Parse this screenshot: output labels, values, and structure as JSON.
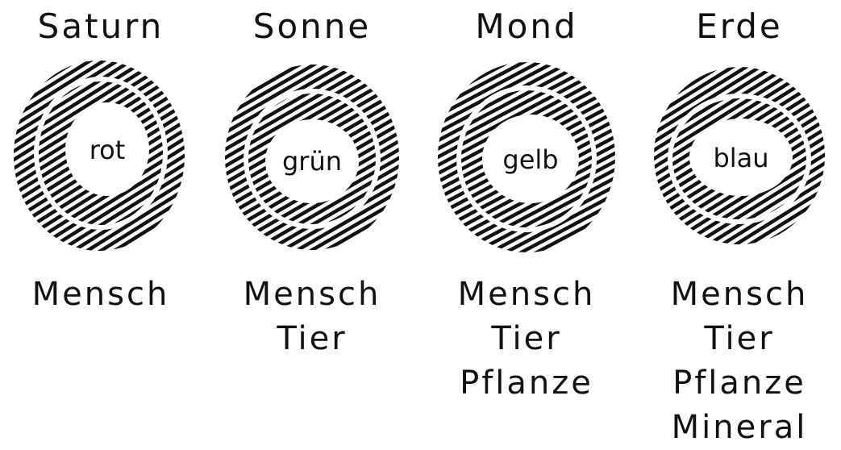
{
  "columns": [
    {
      "title": "Saturn",
      "color": "rot",
      "kingdoms": [
        "Mensch"
      ]
    },
    {
      "title": "Sonne",
      "color": "grün",
      "kingdoms": [
        "Mensch",
        "Tier"
      ]
    },
    {
      "title": "Mond",
      "color": "gelb",
      "kingdoms": [
        "Mensch",
        "Tier",
        "Pflanze"
      ]
    },
    {
      "title": "Erde",
      "color": "blau",
      "kingdoms": [
        "Mensch",
        "Tier",
        "Pflanze",
        "Mineral"
      ]
    }
  ],
  "ink_color": "#111111"
}
